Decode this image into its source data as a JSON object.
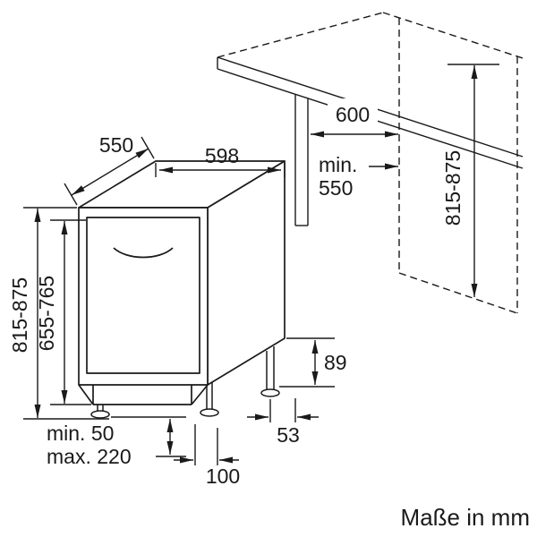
{
  "colors": {
    "background": "#ffffff",
    "line": "#1a1a1a"
  },
  "note": {
    "units": "Maße in mm"
  },
  "dimensions": {
    "top_depth": "550",
    "top_width": "598",
    "niche_width": "600",
    "niche_depth_min_prefix": "min.",
    "niche_depth_min_value": "550",
    "appliance_height": "815-875",
    "door_height": "655-765",
    "niche_height": "815-875",
    "base_height": "89",
    "rear_foot_offset": "53",
    "front_foot_offset": "100",
    "plinth_min": "min. 50",
    "plinth_max": "max. 220"
  }
}
